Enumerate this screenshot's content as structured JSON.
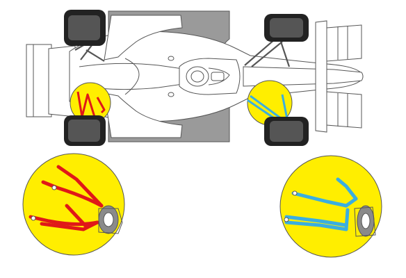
{
  "colors": {
    "background": "#ffffff",
    "body_white": "#ffffff",
    "body_grey": "#9a9a9a",
    "line": "#555555",
    "tyre": "#222222",
    "tyre_highlight": "#555555",
    "highlight_yellow": "#ffee00",
    "rear_suspension_red": "#e01818",
    "front_suspension_blue": "#3aaee0",
    "hub_grey": "#8a8a8a"
  },
  "icons": {
    "car": "formula-car-top-view",
    "rear_detail": "rear-suspension-magnifier",
    "front_detail": "front-suspension-magnifier"
  }
}
